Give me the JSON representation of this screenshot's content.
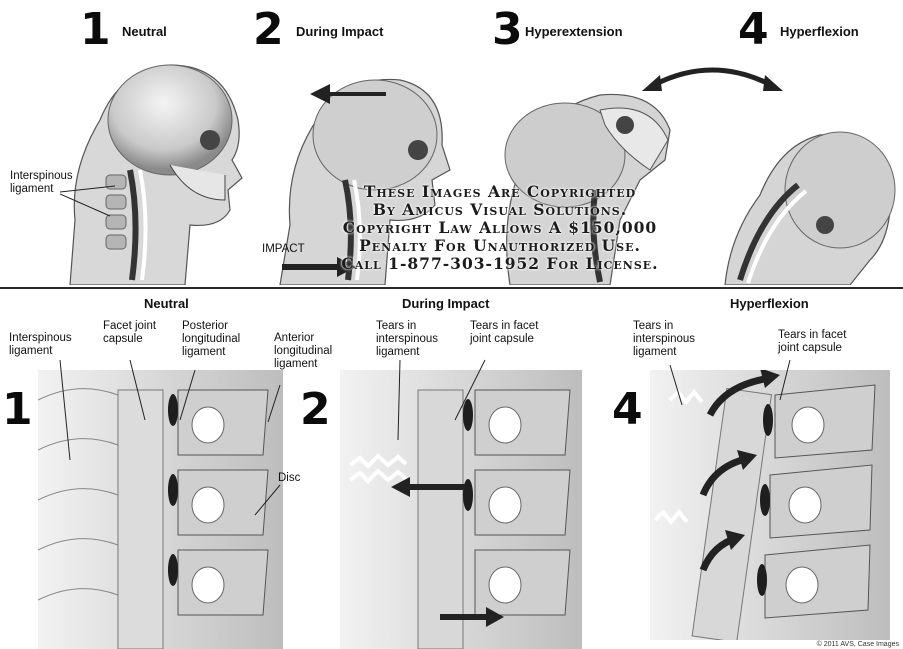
{
  "top_panels": [
    {
      "number": "1",
      "title": "Neutral"
    },
    {
      "number": "2",
      "title": "During Impact"
    },
    {
      "number": "3",
      "title": "Hyperextension"
    },
    {
      "number": "4",
      "title": "Hyperflexion"
    }
  ],
  "top_labels": {
    "interspinous": "Interspinous\nligament",
    "impact": "IMPACT"
  },
  "watermark": [
    "These Images Are Copyrighted",
    "By Amicus Visual Solutions.",
    "Copyright Law Allows A $150,000",
    "Penalty For Unauthorized Use.",
    "Call 1-877-303-1952 For License."
  ],
  "bottom_panels": [
    {
      "number": "1",
      "title": "Neutral"
    },
    {
      "number": "2",
      "title": "During Impact"
    },
    {
      "number": "4",
      "title": "Hyperflexion"
    }
  ],
  "bottom_labels": {
    "interspinous": "Interspinous\nligament",
    "facet_capsule": "Facet joint\ncapsule",
    "posterior_ll": "Posterior\nlongitudinal\nligament",
    "anterior_ll": "Anterior\nlongitudinal\nligament",
    "disc": "Disc",
    "tears_interspinous": "Tears in\ninterspinous\nligament",
    "tears_facet": "Tears in facet\njoint capsule",
    "tears_interspinous_4": "Tears in\ninterspinous\nligament",
    "tears_facet_4": "Tears in facet\njoint capsule"
  },
  "copyright": "© 2011 AVS, Case Images"
}
